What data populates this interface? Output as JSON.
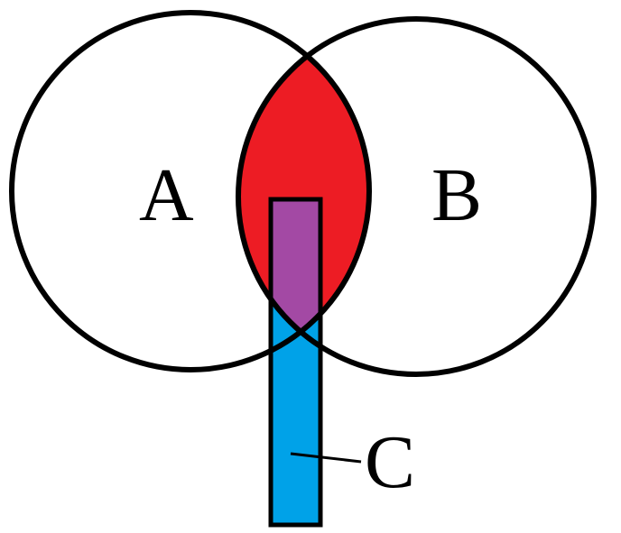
{
  "diagram": {
    "labels": {
      "a": "A",
      "b": "B",
      "c": "C"
    },
    "colors": {
      "intersection": "#ED1C24",
      "overlap_c": "#A349A4",
      "set_c": "#00A2E8",
      "stroke": "#000000",
      "background": "#FFFFFF"
    }
  }
}
